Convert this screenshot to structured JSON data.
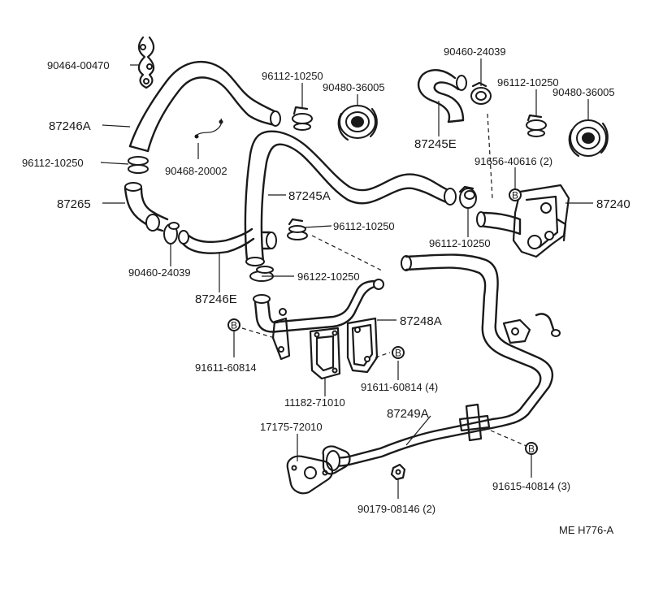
{
  "diagram": {
    "reference_code": "ME H776-A",
    "bolt_marker": "B",
    "parts": {
      "p90464_00470": "90464-00470",
      "p87246A": "87246A",
      "p96112_10250_a": "96112-10250",
      "p87265": "87265",
      "p96112_10250_b": "96112-10250",
      "p90480_36005_a": "90480-36005",
      "p90468_20002": "90468-20002",
      "p87245A": "87245A",
      "p90460_24039_a": "90460-24039",
      "p87246E": "87246E",
      "p96112_10250_c": "96112-10250",
      "p96122_10250": "96122-10250",
      "p90460_24039_b": "90460-24039",
      "p87245E": "87245E",
      "p96112_10250_d": "96112-10250",
      "p90480_36005_b": "90480-36005",
      "p91656_40616": "91656-40616 (2)",
      "p87240": "87240",
      "p96112_10250_e": "96112-10250",
      "p87248A": "87248A",
      "p91611_60814_a": "91611-60814",
      "p91611_60814_b": "91611-60814 (4)",
      "p11182_71010": "11182-71010",
      "p87249A": "87249A",
      "p17175_72010": "17175-72010",
      "p91615_40814": "91615-40814 (3)",
      "p90179_08146": "90179-08146 (2)"
    }
  }
}
